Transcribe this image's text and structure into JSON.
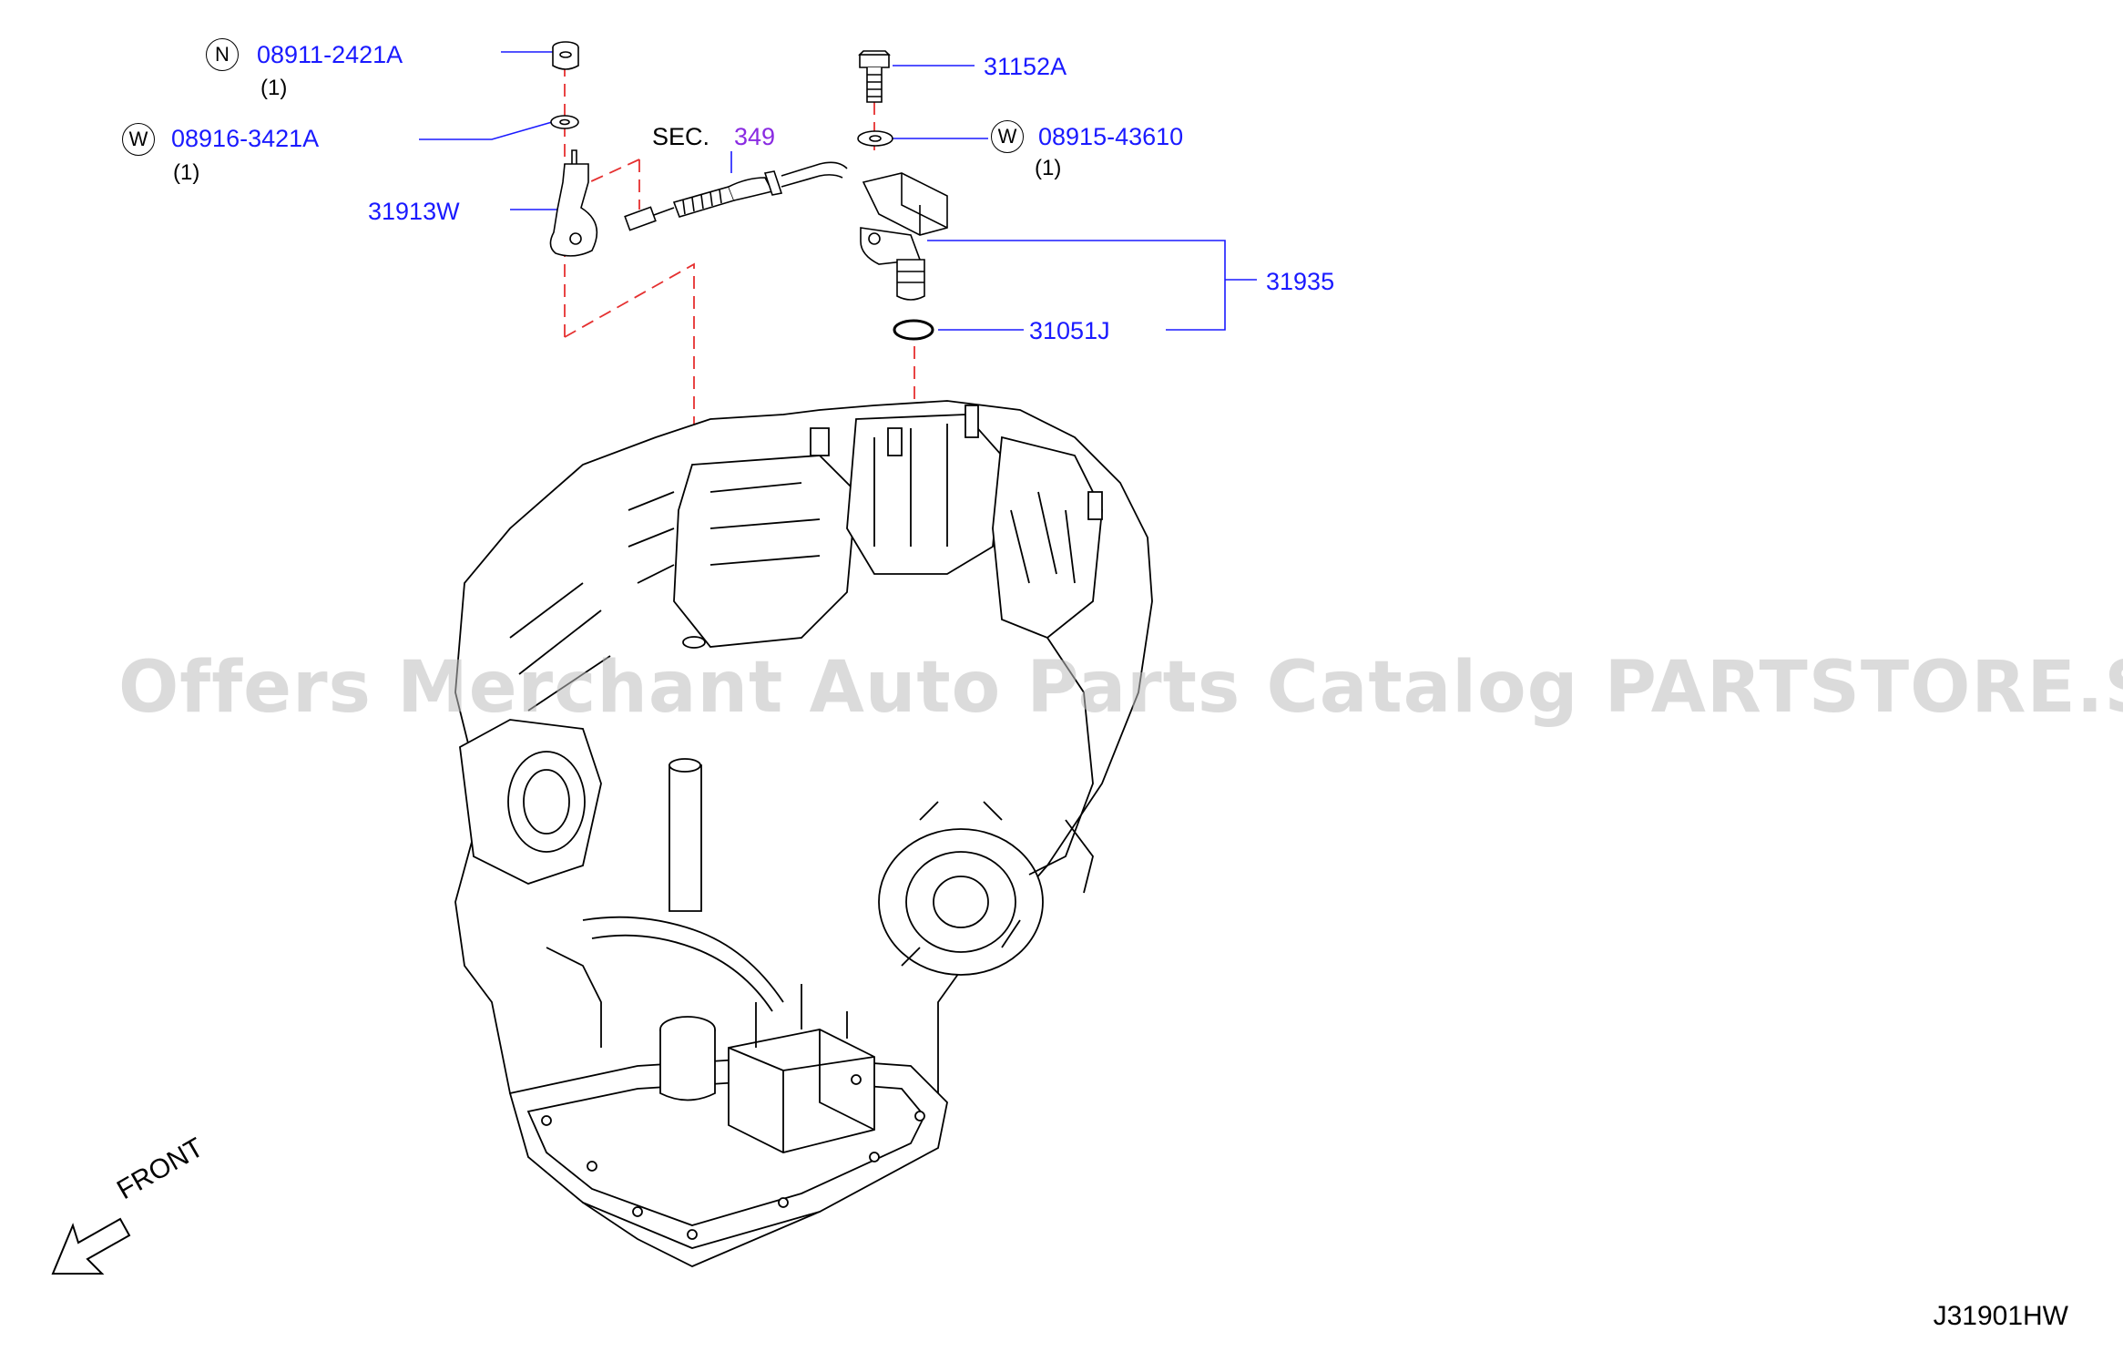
{
  "callouts": [
    {
      "id": "n-nut",
      "symbol": "N",
      "part": "08911-2421A",
      "qty": "(1)"
    },
    {
      "id": "w-washer-left",
      "symbol": "W",
      "part": "08916-3421A",
      "qty": "(1)"
    },
    {
      "id": "bracket",
      "part": "31913W"
    },
    {
      "id": "sec",
      "prefix": "SEC.",
      "part": "349"
    },
    {
      "id": "bolt",
      "part": "31152A"
    },
    {
      "id": "w-washer-right",
      "symbol": "W",
      "part": "08915-43610",
      "qty": "(1)"
    },
    {
      "id": "sensor",
      "part": "31935"
    },
    {
      "id": "oring",
      "part": "31051J"
    }
  ],
  "watermark": "Offers Merchant Auto Parts Catalog PARTSTORE.SA",
  "front_label": "FRONT",
  "diagram_code": "J31901HW",
  "colors": {
    "part_number": "#1a1aff",
    "section_ref": "#8a2be2",
    "leader_line": "#1a1aff",
    "centerline": "#e53030",
    "linework": "#000000"
  }
}
